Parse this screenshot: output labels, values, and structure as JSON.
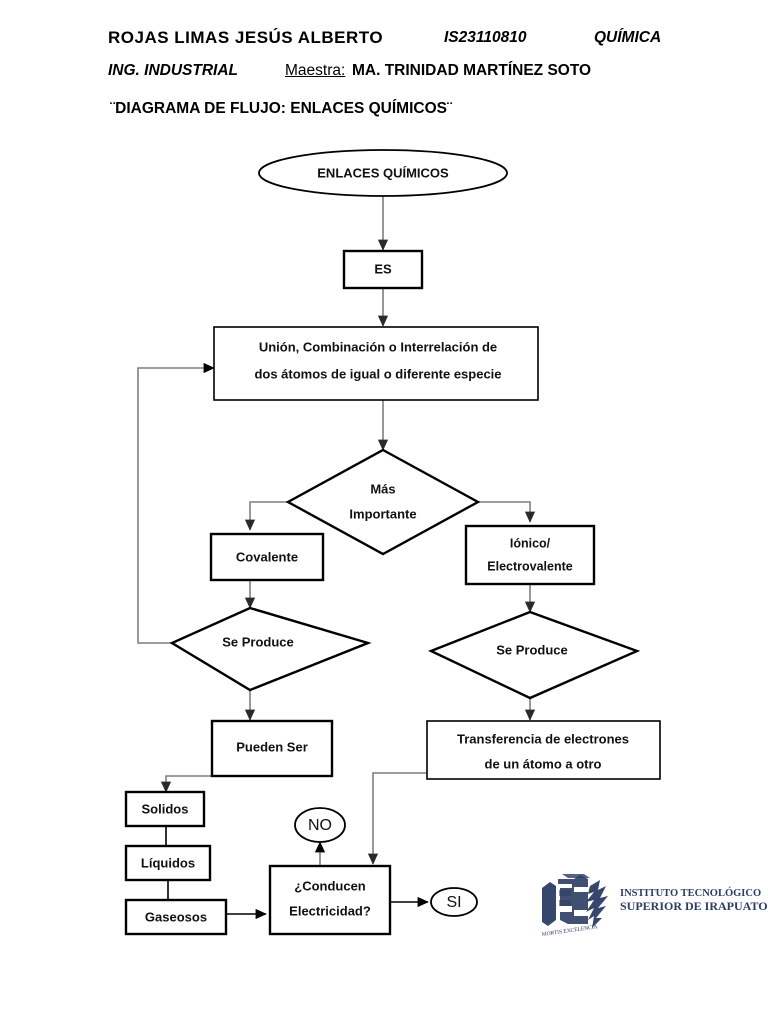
{
  "header": {
    "student_name": "ROJAS  LIMAS  JESÚS  ALBERTO",
    "student_id": "IS23110810",
    "subject": "QUÍMICA",
    "career": "ING. INDUSTRIAL",
    "teacher_label": "Maestra:",
    "teacher_name": "MA. TRINIDAD MARTÍNEZ SOTO",
    "document_title": "¨DIAGRAMA DE FLUJO: ENLACES QUÍMICOS¨"
  },
  "flowchart": {
    "start": "ENLACES QUÍMICOS",
    "es": "ES",
    "definition_line_1": "Unión, Combinación o Interrelación de",
    "definition_line_2": "dos átomos de igual o diferente especie",
    "decision_main_line_1": "Más",
    "decision_main_line_2": "Importante",
    "branch_left": "Covalente",
    "branch_right_line_1": "Iónico/",
    "branch_right_line_2": "Electrovalente",
    "produce_left": "Se Produce",
    "produce_right": "Se Produce",
    "pueden_ser": "Pueden Ser",
    "transfer_line_1": "Transferencia de electrones",
    "transfer_line_2": "de un átomo a otro",
    "state_solid": "Solidos",
    "state_liquid": "Líquidos",
    "state_gas": "Gaseosos",
    "question_line_1": "¿Conducen",
    "question_line_2": "Electricidad?",
    "answer_no": "NO",
    "answer_yes": "SI"
  },
  "logo": {
    "line_1": "INSTITUTO TECNOLÓGICO",
    "line_2": "SUPERIOR DE IRAPUATO",
    "color": "#2c3c63"
  }
}
